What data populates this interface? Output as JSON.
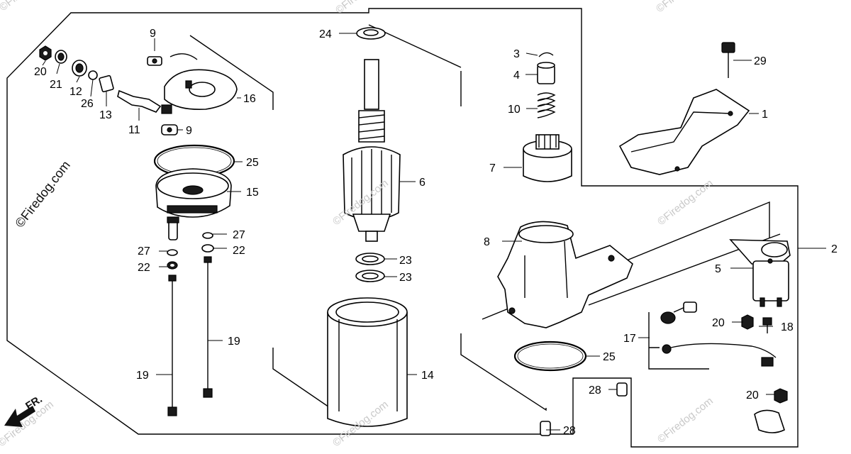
{
  "diagram": {
    "callouts": [
      "9",
      "20",
      "21",
      "12",
      "26",
      "13",
      "11",
      "9",
      "16",
      "25",
      "15",
      "27",
      "27",
      "22",
      "22",
      "19",
      "19",
      "24",
      "6",
      "23",
      "23",
      "14",
      "3",
      "4",
      "10",
      "7",
      "29",
      "1",
      "8",
      "2",
      "5",
      "20",
      "18",
      "17",
      "25",
      "28",
      "28",
      "20"
    ],
    "watermark": "©Firedog.com",
    "direction": "FR."
  }
}
